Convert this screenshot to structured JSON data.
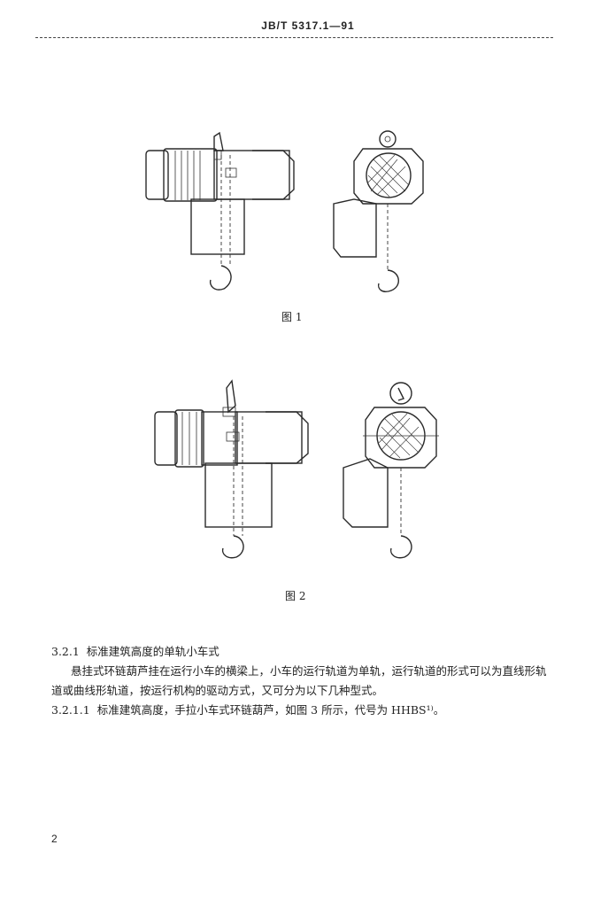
{
  "header": {
    "standard_code": "JB/T 5317.1—91"
  },
  "figures": [
    {
      "caption": "图 1"
    },
    {
      "caption": "图 2"
    }
  ],
  "sections": [
    {
      "number": "3.2.1",
      "title": "标准建筑高度的单轨小车式"
    },
    {
      "para_line1": "悬挂式环链葫芦挂在运行小车的横梁上，小车的运行轨道为单轨，运行轨道的形式可以为直线形轨",
      "para_line2": "道或曲线形轨道，按运行机构的驱动方式，又可分为以下几种型式。"
    },
    {
      "number": "3.2.1.1",
      "text": "标准建筑高度，手拉小车式环链葫芦，如图 3 所示，代号为 HHBS¹⁾。"
    }
  ],
  "page_number": "2"
}
